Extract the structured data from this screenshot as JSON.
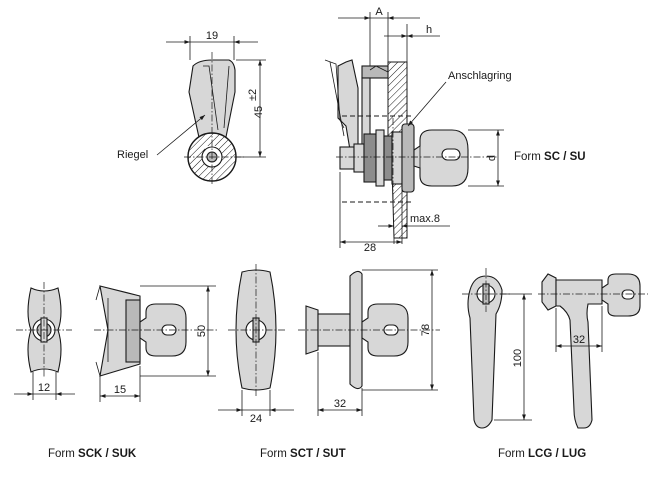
{
  "dims": {
    "top_width": "19",
    "top_height": "45",
    "top_height_tol": "±2",
    "side_A": "A",
    "side_h": "h",
    "side_d": "d",
    "side_max": "max.8",
    "side_28": "28",
    "sck_12": "12",
    "sck_15": "15",
    "sck_50": "50",
    "sct_24": "24",
    "sct_32": "32",
    "sct_78": "78",
    "lcg_100": "100",
    "lcg_32": "32"
  },
  "labels": {
    "riegel": "Riegel",
    "anschlagring": "Anschlagring"
  },
  "captions": {
    "sc": {
      "prefix": "Form ",
      "code": "SC / SU"
    },
    "sck": {
      "prefix": "Form ",
      "code": "SCK / SUK"
    },
    "sct": {
      "prefix": "Form ",
      "code": "SCT / SUT"
    },
    "lcg": {
      "prefix": "Form ",
      "code": "LCG / LUG"
    }
  },
  "colors": {
    "ink": "#1a1a1a",
    "fill_light": "#d7d7d7",
    "fill_mid": "#b9b9b9",
    "fill_dark": "#8c8c8c"
  }
}
